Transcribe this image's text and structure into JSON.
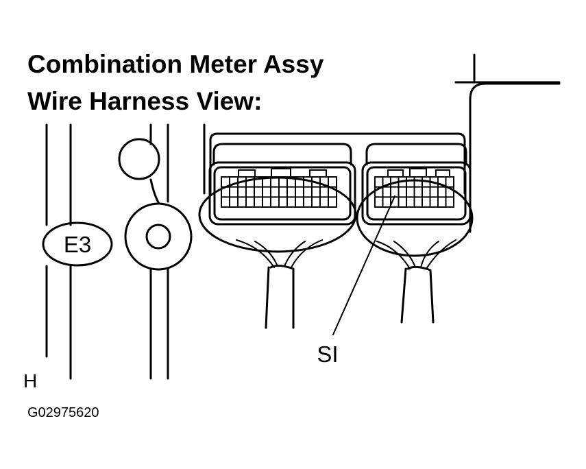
{
  "title": {
    "line1": "Combination Meter Assy",
    "line2": "Wire Harness View:"
  },
  "labels": {
    "connector_e3": "E3",
    "connector_si": "SI",
    "marker_h": "H",
    "figure_code": "G02975620"
  }
}
